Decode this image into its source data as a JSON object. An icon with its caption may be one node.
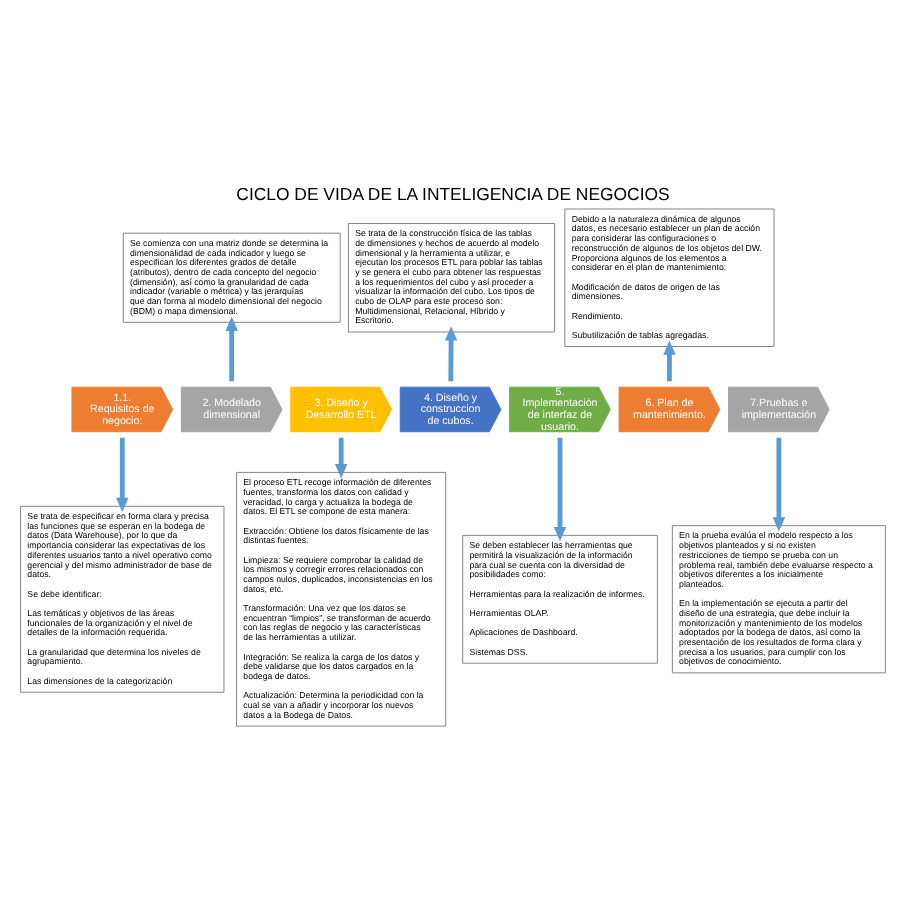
{
  "diagram": {
    "title": "CICLO DE VIDA DE LA INTELIGENCIA DE NEGOCIOS",
    "nodes": [
      {
        "text": [
          "Se comienza con una matriz donde se determina la dimensionalidad de cada indicador y luego se especifican los diferentes grados de detalle (atributos), dentro de cada concepto del negocio (dimensión), así como la granularidad de cada indicador (variable o métrica) y las jerarquías que dan forma al modelo dimensional del negocio (BDM) o mapa dimensional."
        ]
      },
      {
        "text": [
          "Se trata de la construcción física de las tablas de dimensiones y hechos de acuerdo al modelo dimensional y la herramienta a utilizar, e ejecutan los procesos ETL para poblar las tablas y se genera el cubo para obtener las respuestas a los requerimientos del cubo y así proceder a visualizar la información del cubo. Los tipos de cubo de OLAP para este proceso son: Multidimensional, Relacional, Híbrido y Escritorio."
        ]
      },
      {
        "text": [
          "Debido a la naturaleza dinámica de algunos datos, es necesario establecer un plan de acción para considerar las configuraciones o reconstrucción de algunos de los objetos del DW. Proporciona algunos de los elementos a considerar en el plan de mantenimiento:",
          "Modificación de datos de origen de las dimensiones.",
          "Rendimiento.",
          "Subutilización de tablas agregadas."
        ]
      },
      {
        "text": [
          "1.1. Requisitos de negocio:"
        ]
      },
      {
        "text": [
          "2. Modelado dimensional"
        ]
      },
      {
        "text": [
          "3. Diseño y Desarrollo ETL"
        ]
      },
      {
        "text": [
          "4. Diseño y construccion de cubos."
        ]
      },
      {
        "text": [
          "5. Implementación de interfaz de usuario."
        ]
      },
      {
        "text": [
          "6. Plan de mantenimiento."
        ]
      },
      {
        "text": [
          "7.Pruebas e implementación"
        ]
      },
      {
        "text": [
          "Se trata de especificar en forma clara y precisa las funciones que se esperan en la bodega de datos (Data Warehouse), por lo que da importancia considerar las expectativas de los diferentes usuarios tanto a nivel operativo como gerencial y del mismo administrador de base de datos.",
          "Se debe identificar:",
          "Las temáticas y objetivos de las áreas funcionales de la organización y el nivel de detalles de la información requerida.",
          "La granularidad que determina los niveles de agrupamiento.",
          "Las dimensiones de la categorización"
        ]
      },
      {
        "text": [
          "El proceso ETL recoge información de diferentes fuentes, transforma los datos con calidad y veracidad, lo carga y actualiza la bodega de datos. El ETL se compone de esta manera:",
          "Extracción: Obtiene los datos físicamente de las distintas fuentes.",
          "Limpieza: Se requiere comprobar la calidad de los mismos y corregir errores relacionados con campos nulos, duplicados, inconsistencias en los datos, etc.",
          "Transformación: Una vez que los datos se encuentran “limpios”, se transforman de acuerdo con las reglas de negocio y las características de las herramientas a utilizar.",
          "Integración: Se realiza la carga de los datos y debe validarse que los datos cargados en la bodega de datos.",
          "Actualización: Determina la periodicidad con la cual se van a añadir y incorporar los nuevos datos a la Bodega de Datos."
        ]
      },
      {
        "text": [
          "Se deben establecer las herramientas que permitirá la visualización de la información para cual se cuenta con la diversidad de posibilidades como:",
          "Herramientas para la realización de informes.",
          "Herramientas OLAP.",
          "Aplicaciones de Dashboard.",
          "Sistemas DSS."
        ]
      },
      {
        "text": [
          "En la prueba evalúa el modelo respecto a los objetivos planteados y si no existen restricciones de tiempo se prueba con un problema real, también debe evaluarse respecto a objetivos diferentes a los inicialmente planteados.",
          "En la implementación se ejecuta a partir del diseño de una estrategia, que debe incluir la monitorización y mantenimiento de los modelos adoptados por la bodega de datos, así como la presentación de los resultados de forma clara y precisa a los usuarios, para cumplir con los objetivos de conocimiento."
        ]
      }
    ],
    "edges": [
      {
        "from": 3,
        "to": 10,
        "arrow": "to"
      },
      {
        "from": 4,
        "to": 0,
        "arrow": "to"
      },
      {
        "from": 5,
        "to": 11,
        "arrow": "to"
      },
      {
        "from": 6,
        "to": 1,
        "arrow": "to"
      },
      {
        "from": 7,
        "to": 12,
        "arrow": "to"
      },
      {
        "from": 8,
        "to": 2,
        "arrow": "to"
      },
      {
        "from": 9,
        "to": 13,
        "arrow": "to"
      }
    ]
  }
}
